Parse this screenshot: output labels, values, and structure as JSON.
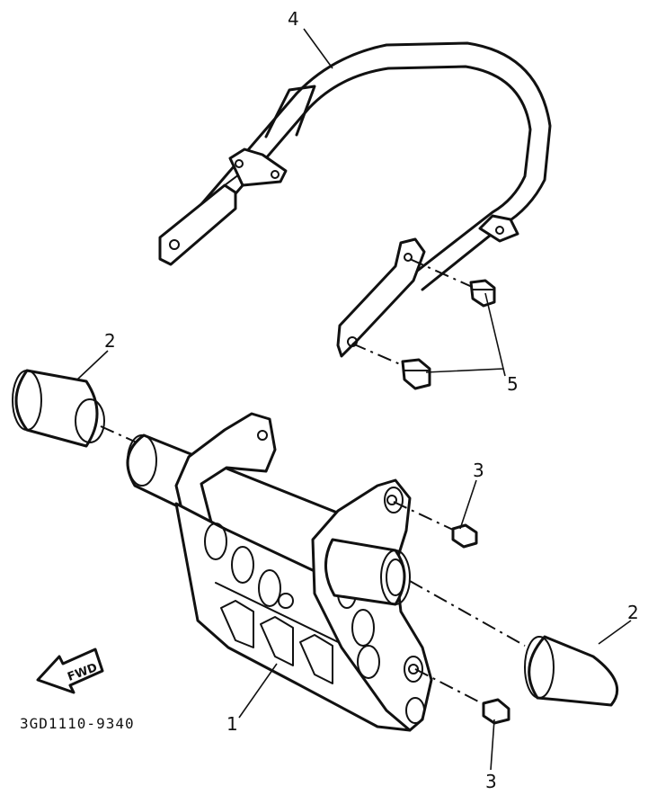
{
  "diagram": {
    "part_code": "3GD1110-9340",
    "fwd_label": "FWD",
    "callouts": {
      "frame": "1",
      "cap_left": "2",
      "cap_right": "2",
      "bolt_upper": "3",
      "bolt_lower": "3",
      "grab_bar": "4",
      "bolts_grab_bar": "5"
    }
  }
}
